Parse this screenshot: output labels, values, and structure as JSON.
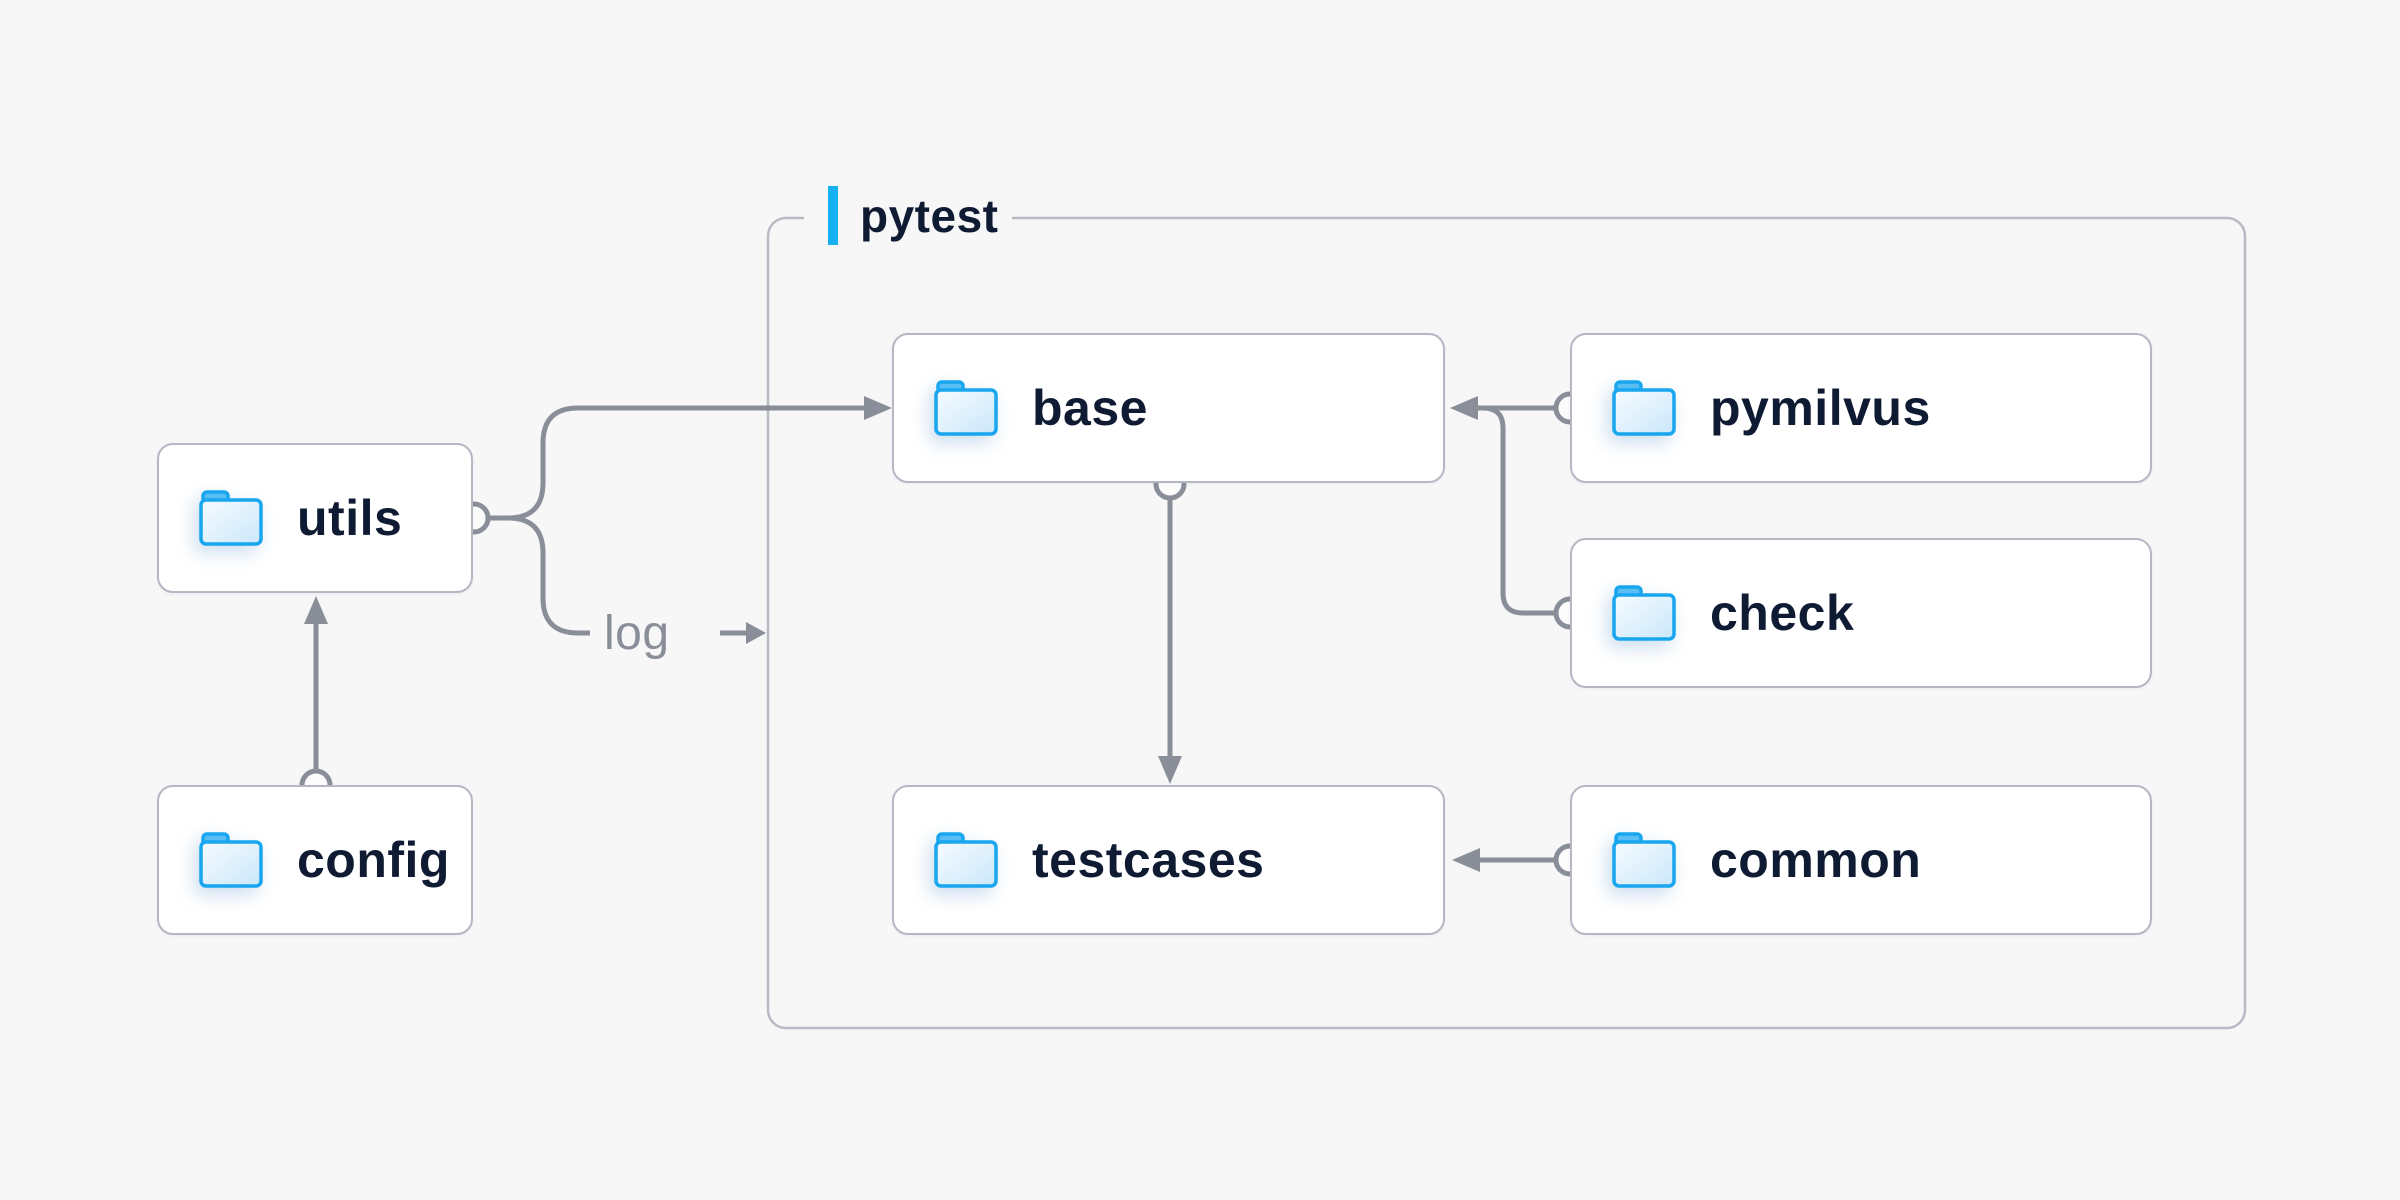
{
  "diagram": {
    "container_label": "pytest",
    "log_label": "log",
    "nodes": [
      {
        "id": "utils",
        "label": "utils"
      },
      {
        "id": "config",
        "label": "config"
      },
      {
        "id": "base",
        "label": "base"
      },
      {
        "id": "testcases",
        "label": "testcases"
      },
      {
        "id": "pymilvus",
        "label": "pymilvus"
      },
      {
        "id": "check",
        "label": "check"
      },
      {
        "id": "common",
        "label": "common"
      }
    ],
    "edges": [
      {
        "from": "config",
        "to": "utils",
        "label": ""
      },
      {
        "from": "utils",
        "to": "base",
        "label": ""
      },
      {
        "from": "utils",
        "to": "pytest",
        "label": "log"
      },
      {
        "from": "base",
        "to": "testcases",
        "label": ""
      },
      {
        "from": "pymilvus",
        "to": "base",
        "label": ""
      },
      {
        "from": "check",
        "to": "base",
        "label": ""
      },
      {
        "from": "common",
        "to": "testcases",
        "label": ""
      }
    ],
    "colors": {
      "background": "#f7f7f8",
      "accent_blue": "#15b1f0",
      "folder_blue": "#18a6ee",
      "line_gray": "#8a8e99",
      "node_border": "#b5b7c3",
      "text_navy": "#0e1b33"
    }
  }
}
